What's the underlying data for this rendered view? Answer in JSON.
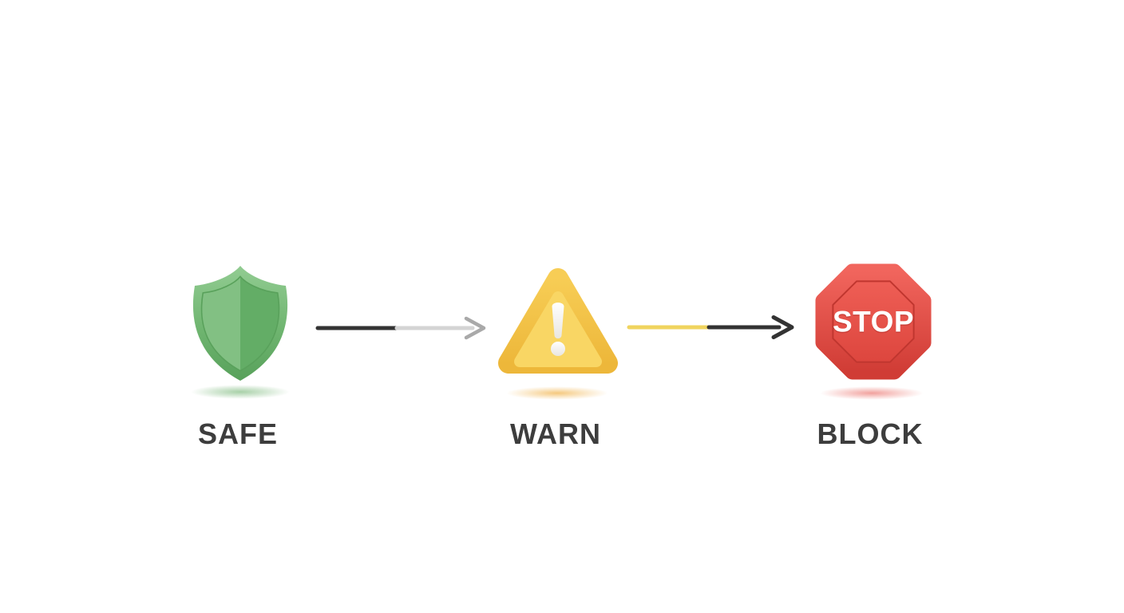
{
  "diagram": {
    "background_color": "#FFFFFF",
    "label_color": "#3D3D3D",
    "nodes": [
      {
        "id": "safe",
        "label": "SAFE",
        "icon": "shield-icon",
        "accent_color": "#6FB470",
        "shadow_color": "#60AA60"
      },
      {
        "id": "warn",
        "label": "WARN",
        "icon": "warning-triangle-icon",
        "glyph": "!",
        "accent_color": "#F5C74B",
        "shadow_color": "#EEA428"
      },
      {
        "id": "block",
        "label": "BLOCK",
        "icon": "stop-sign-icon",
        "sign_text": "STOP",
        "accent_color": "#E04A42",
        "shadow_color": "#E4443C"
      }
    ],
    "arrows": [
      {
        "from": "SAFE",
        "to": "WARN",
        "tail_color": "#333333",
        "tip_segment_color": "#D4D4D4",
        "arrowhead_color": "#A9A9A9"
      },
      {
        "from": "WARN",
        "to": "BLOCK",
        "tail_color": "#F0D45F",
        "tip_segment_color": "#333333",
        "arrowhead_color": "#333333"
      }
    ]
  }
}
